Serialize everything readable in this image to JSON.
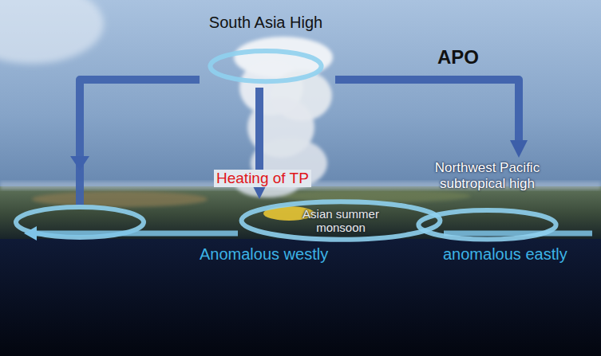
{
  "diagram": {
    "nodes": [
      {
        "text": [
          "South Asia High"
        ]
      },
      {
        "text": [
          "Northwest Pacific subtropical high"
        ]
      },
      {
        "text": [
          "Asian summer monsoon"
        ]
      }
    ],
    "edges": [
      {
        "from": 0,
        "to": 2,
        "arrow": "to"
      },
      {
        "from": 0,
        "to": 1,
        "arrow": "to"
      }
    ],
    "labels": [
      "APO",
      "Heating of TP",
      "Anomalous westly",
      "anomalous eastly"
    ]
  }
}
